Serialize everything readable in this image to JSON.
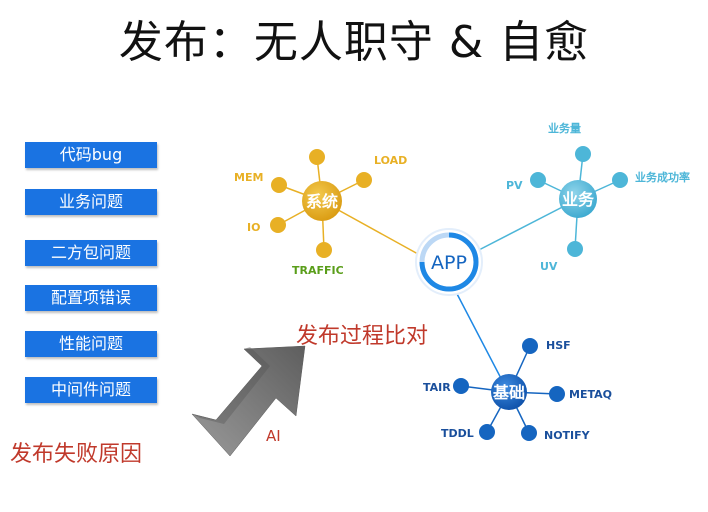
{
  "title": "发布：无人职守 & 自愈",
  "causes": [
    "代码bug",
    "业务问题",
    "二方包问题",
    "配置项错误",
    "性能问题",
    "中间件问题"
  ],
  "causes_caption": "发布失败原因",
  "compare_caption": "发布过程比对",
  "ai_label": "AI",
  "app_label": "APP",
  "clusters": {
    "system": {
      "label": "系统",
      "color": "#e8b025",
      "text_color": "#e8b025",
      "leaves": [
        "MEM",
        "LOAD",
        "IO",
        "TRAFFIC"
      ]
    },
    "business": {
      "label": "业务",
      "color": "#4db6d8",
      "text_color": "#4db6d8",
      "leaves": [
        "业务量",
        "PV",
        "业务成功率",
        "UV"
      ]
    },
    "base": {
      "label": "基础",
      "color": "#1565c0",
      "text_color": "#1a4f9c",
      "leaves": [
        "HSF",
        "TAIR",
        "METAQ",
        "TDDL",
        "NOTIFY"
      ]
    }
  },
  "colors": {
    "app_ring": "#1e88e5",
    "traffic_text": "#5a9e1a",
    "arrow": "#777777"
  }
}
